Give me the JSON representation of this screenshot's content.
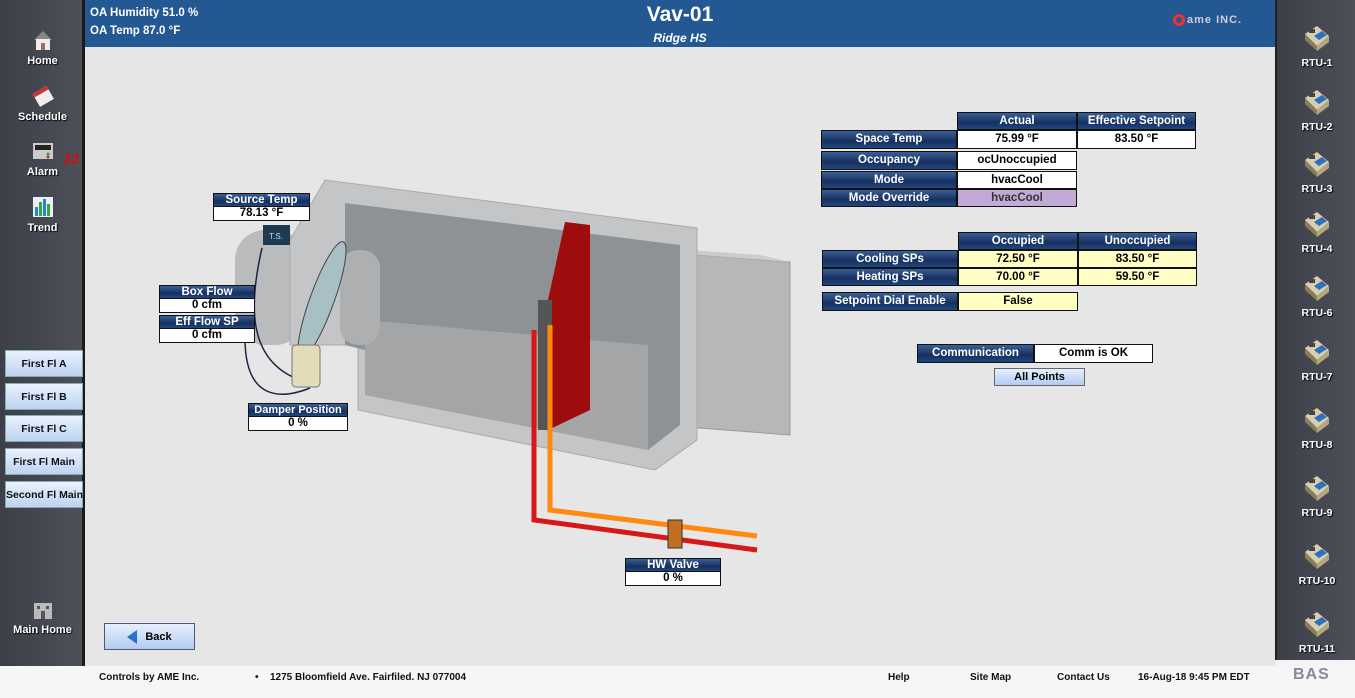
{
  "header": {
    "oa_humidity": "OA Humidity 51.0 %",
    "oa_temp": "OA Temp  87.0 °F",
    "title": "Vav-01",
    "subtitle": "Ridge HS",
    "logo_text": "ame INC."
  },
  "left_nav": {
    "home": "Home",
    "schedule": "Schedule",
    "alarm": "Alarm",
    "alarm_count": "22",
    "trend": "Trend",
    "main_home": "Main Home",
    "floors": [
      "First Fl A",
      "First Fl B",
      "First Fl C",
      "First Fl Main",
      "Second Fl Main"
    ]
  },
  "right_nav": [
    "RTU-1",
    "RTU-2",
    "RTU-3",
    "RTU-4",
    "RTU-6",
    "RTU-7",
    "RTU-8",
    "RTU-9",
    "RTU-10",
    "RTU-11"
  ],
  "diagram": {
    "source_temp": {
      "label": "Source Temp",
      "value": "78.13 °F"
    },
    "box_flow": {
      "label": "Box Flow",
      "value": "0 cfm"
    },
    "eff_flow_sp": {
      "label": "Eff Flow SP",
      "value": "0 cfm"
    },
    "damper_position": {
      "label": "Damper Position",
      "value": "0 %"
    },
    "hw_valve": {
      "label": "HW Valve",
      "value": "0 %"
    },
    "ts_label": "T.S."
  },
  "status_table": {
    "col_actual": "Actual",
    "col_effective": "Effective Setpoint",
    "space_temp": {
      "label": "Space Temp",
      "actual": "75.99 °F",
      "effective": "83.50 °F"
    },
    "occupancy": {
      "label": "Occupancy",
      "value": "ocUnoccupied"
    },
    "mode": {
      "label": "Mode",
      "value": "hvacCool"
    },
    "mode_override": {
      "label": "Mode Override",
      "value": "hvacCool"
    }
  },
  "setpoints": {
    "col_occupied": "Occupied",
    "col_unoccupied": "Unoccupied",
    "cooling": {
      "label": "Cooling SPs",
      "occupied": "72.50 °F",
      "unoccupied": "83.50 °F"
    },
    "heating": {
      "label": "Heating SPs",
      "occupied": "70.00 °F",
      "unoccupied": "59.50 °F"
    },
    "dial_enable": {
      "label": "Setpoint Dial Enable",
      "value": "False"
    }
  },
  "communication": {
    "label": "Communication",
    "value": "Comm is OK"
  },
  "all_points": "All Points",
  "back": "Back",
  "footer": {
    "controls_by": "Controls by AME Inc.",
    "address": "1275 Bloomfield Ave. Fairfiled. NJ 077004",
    "help": "Help",
    "site_map": "Site Map",
    "contact": "Contact Us",
    "datetime": "16-Aug-18 9:45 PM EDT",
    "bas_logo": "BAS"
  }
}
